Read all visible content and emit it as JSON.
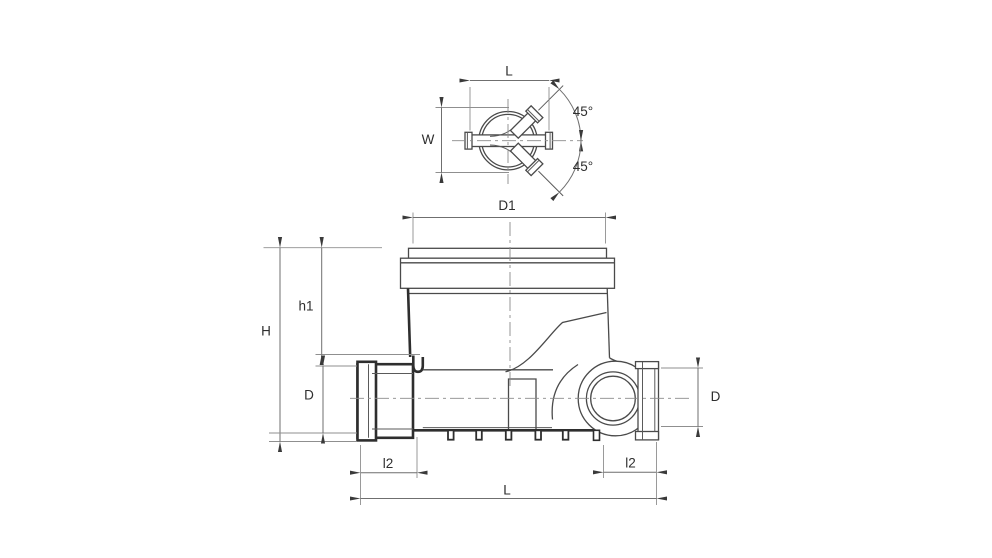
{
  "drawing": {
    "description": "Dimensioned engineering line drawing of a 45-degree bottle gully pipe fitting: plan view above, sectioned front elevation below",
    "colors": {
      "background": "#ffffff",
      "outline": "#4a4a4a",
      "section_outline": "#2e2e2e",
      "dimension_lines": "#6f6f6f",
      "extension_lines": "#8f8f8f",
      "label_text": "#2e2e2e"
    },
    "plan_view": {
      "labels": {
        "length": "L",
        "width": "W",
        "upper_branch_angle": "45°",
        "lower_branch_angle": "45°"
      }
    },
    "front_view": {
      "labels": {
        "top_diameter": "D1",
        "overall_height": "H",
        "upper_body_height": "h1",
        "inlet_diameter": "D",
        "outlet_diameter": "D",
        "inlet_socket_length": "l2",
        "outlet_socket_length": "l2",
        "overall_length": "L"
      }
    }
  }
}
